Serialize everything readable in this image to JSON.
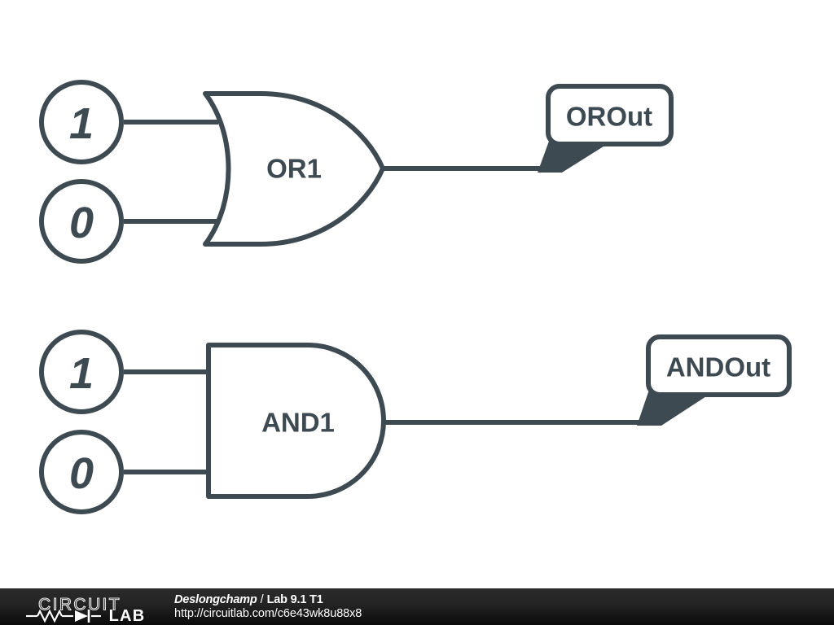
{
  "canvas": {
    "background_color": "#ffffff",
    "stroke_color": "#3e4a52",
    "stroke_width": 6
  },
  "circuits": [
    {
      "id": "or-circuit",
      "gate": {
        "type": "or-gate",
        "label": "OR1"
      },
      "inputs": [
        {
          "name": "or-input-a",
          "value": "1"
        },
        {
          "name": "or-input-b",
          "value": "0"
        }
      ],
      "output": {
        "name": "or-output-label",
        "label": "OROut"
      }
    },
    {
      "id": "and-circuit",
      "gate": {
        "type": "and-gate",
        "label": "AND1"
      },
      "inputs": [
        {
          "name": "and-input-a",
          "value": "1"
        },
        {
          "name": "and-input-b",
          "value": "0"
        }
      ],
      "output": {
        "name": "and-output-label",
        "label": "ANDOut"
      }
    }
  ],
  "footer": {
    "logo": {
      "word_top": "CIRCUIT",
      "word_bottom": "LAB"
    },
    "author": "Deslongchamp",
    "separator": "/",
    "document_title": "Lab 9.1 T1",
    "url": "http://circuitlab.com/c6e43wk8u88x8",
    "background_top_color": "#2b2b2b",
    "background_bottom_color": "#0b0b0b",
    "text_color": "#ffffff"
  }
}
